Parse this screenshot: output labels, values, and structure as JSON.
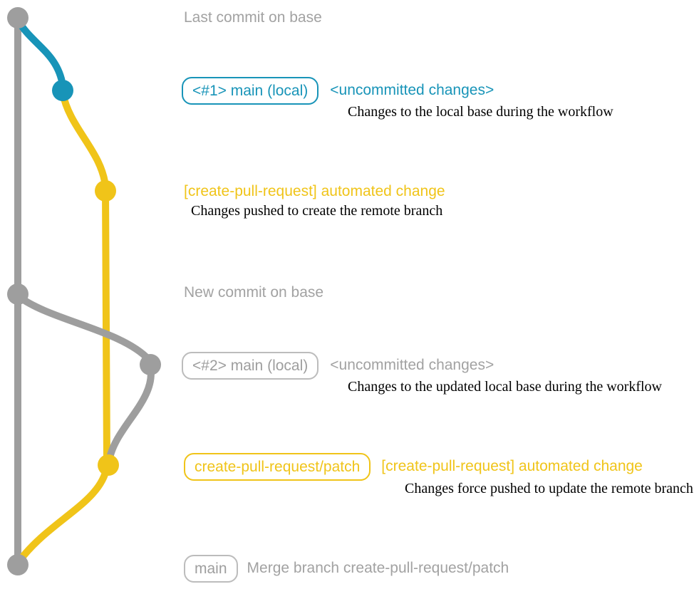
{
  "colors": {
    "base_gray": "#9e9e9e",
    "teal": "#1894b8",
    "yellow": "#f0c419",
    "muted_text_gray": "#a2a2a2",
    "box_border_gray": "#bcbcbc",
    "caption_black": "#000000"
  },
  "rows": {
    "last_commit": {
      "text": "Last commit on base"
    },
    "local1": {
      "branch_label": "<#1> main (local)",
      "status": "<uncommitted changes>",
      "caption": "Changes to the local base during the workflow"
    },
    "push1": {
      "commit_message": "[create-pull-request] automated change",
      "caption": "Changes pushed to create the remote branch"
    },
    "new_commit": {
      "text": "New commit on base"
    },
    "local2": {
      "branch_label": "<#2> main (local)",
      "status": "<uncommitted changes>",
      "caption": "Changes to the updated local base during the workflow"
    },
    "push2": {
      "branch_label": "create-pull-request/patch",
      "commit_message": "[create-pull-request] automated change",
      "caption": "Changes force pushed to update the remote branch"
    },
    "merge": {
      "branch_label": "main",
      "commit_message": "Merge branch create-pull-request/patch"
    }
  }
}
